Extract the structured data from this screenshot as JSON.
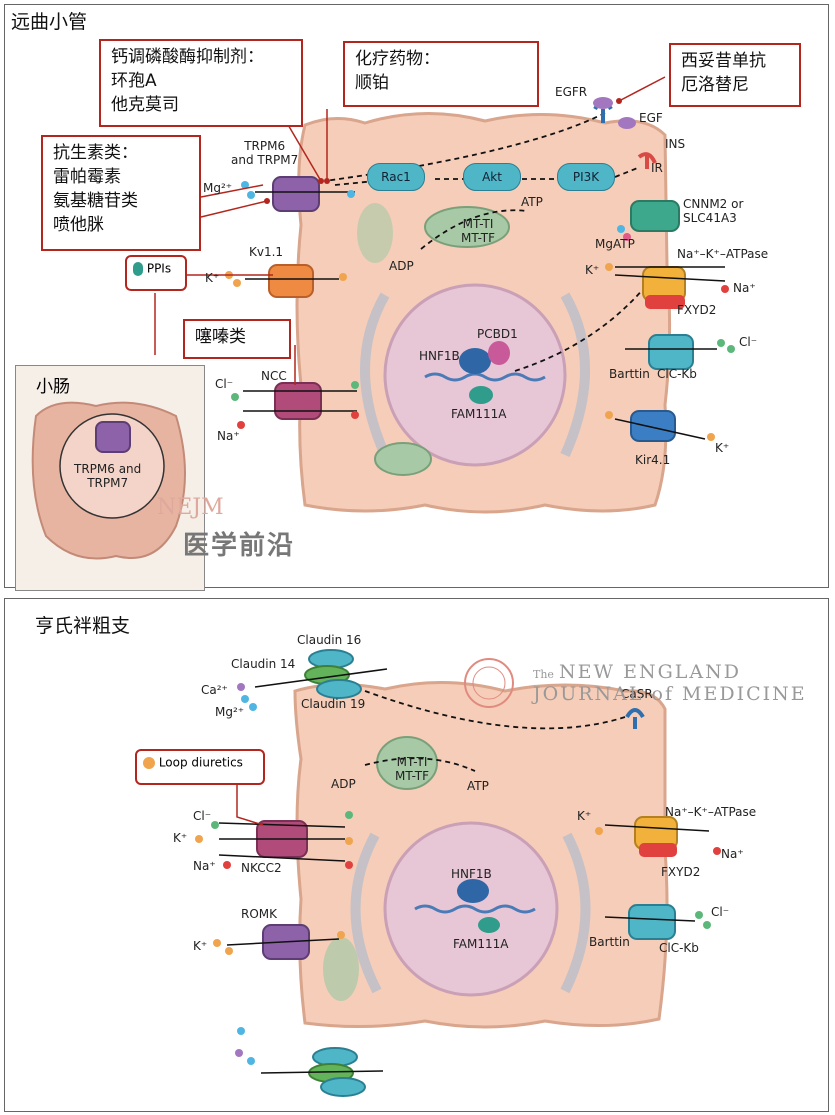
{
  "panel_top": {
    "title": "远曲小管",
    "boxes": {
      "calcineurin": [
        "钙调磷酸酶抑制剂：",
        "环孢A",
        "他克莫司"
      ],
      "chemo": [
        "化疗药物：",
        "顺铂"
      ],
      "anti_egfr": [
        "西妥昔单抗",
        "厄洛替尼"
      ],
      "antibiotics": [
        "抗生素类：",
        "雷帕霉素",
        "氨基糖苷类",
        "喷他脒"
      ],
      "thiazide": "噻嗪类"
    },
    "legend_ppis": "PPIs",
    "inset": {
      "title": "小肠",
      "channel": [
        "TRPM6 and",
        "TRPM7"
      ]
    },
    "labels": {
      "trpm": [
        "TRPM6",
        "and TRPM7"
      ],
      "mg": "Mg²⁺",
      "egfr": "EGFR",
      "egf": "EGF",
      "ins": "INS",
      "ir": "IR",
      "rac1": "Rac1",
      "akt": "Akt",
      "pi3k": "PI3K",
      "atp": "ATP",
      "adp": "ADP",
      "mito": [
        "MT-TI",
        "MT-TF"
      ],
      "cnnm": [
        "CNNM2 or",
        "SLC41A3"
      ],
      "mgatp": "MgATP",
      "kv": "Kv1.1",
      "k": "K⁺",
      "nakatpase": "Na⁺–K⁺–ATPase",
      "na": "Na⁺",
      "fxyd2": "FXYD2",
      "pcbd1": "PCBD1",
      "hnf1b": "HNF1B",
      "fam111a": "FAM111A",
      "barttin": "Barttin",
      "cl": "Cl⁻",
      "clckb": "ClC-Kb",
      "ncc": "NCC",
      "kir": "Kir4.1"
    }
  },
  "watermark": {
    "nejm": "NEJM",
    "cn": "医学前沿"
  },
  "panel_bottom": {
    "title": "亨氏袢粗支",
    "labels": {
      "claudin16": "Claudin 16",
      "claudin14": "Claudin 14",
      "claudin19": "Claudin 19",
      "ca": "Ca²⁺",
      "mg": "Mg²⁺",
      "casr": "CaSR",
      "adp": "ADP",
      "atp": "ATP",
      "mito": [
        "MT-TI",
        "MT-TF"
      ],
      "loop": "Loop diuretics",
      "cl": "Cl⁻",
      "k": "K⁺",
      "na": "Na⁺",
      "nkcc2": "NKCC2",
      "romk": "ROMK",
      "nakatpase": "Na⁺–K⁺–ATPase",
      "fxyd2": "FXYD2",
      "hnf1b": "HNF1B",
      "fam111a": "FAM111A",
      "barttin": "Barttin",
      "clckb": "ClC-Kb"
    },
    "journal": {
      "the": "The",
      "line1": "NEW ENGLAND",
      "line2": "JOURNAL of MEDICINE"
    }
  },
  "colors": {
    "cell": "#f6cdb8",
    "cell_border": "#d9a58c",
    "nucleus": "#e7c6d6",
    "red": "#b3261e"
  }
}
